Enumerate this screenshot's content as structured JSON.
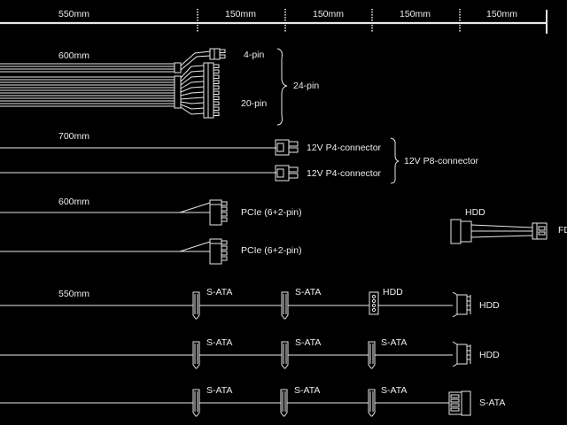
{
  "colors": {
    "background": "#000000",
    "line": "#e8e8e8",
    "text": "#eeeeee"
  },
  "ruler": {
    "segments": [
      {
        "label": "550mm",
        "length_mm": 550
      },
      {
        "label": "150mm",
        "length_mm": 150
      },
      {
        "label": "150mm",
        "length_mm": 150
      },
      {
        "label": "150mm",
        "length_mm": 150
      },
      {
        "label": "150mm",
        "length_mm": 150
      }
    ]
  },
  "cables": {
    "atx": {
      "length": "600mm",
      "connector_4pin": "4-pin",
      "connector_20pin": "20-pin",
      "group_label": "24-pin"
    },
    "cpu": {
      "length": "700mm",
      "connectors": [
        "12V P4-connector",
        "12V P4-connector"
      ],
      "group_label": "12V P8-connector"
    },
    "pcie": {
      "length": "600mm",
      "connectors": [
        "PCIe (6+2-pin)",
        "PCIe (6+2-pin)"
      ]
    },
    "adapter": {
      "from": "HDD",
      "to": "FDD"
    },
    "peripheral_1": {
      "length": "550mm",
      "connectors": [
        "S-ATA",
        "S-ATA",
        "HDD",
        "HDD"
      ]
    },
    "peripheral_2": {
      "connectors": [
        "S-ATA",
        "S-ATA",
        "S-ATA",
        "HDD"
      ]
    },
    "peripheral_3": {
      "connectors": [
        "S-ATA",
        "S-ATA",
        "S-ATA",
        "S-ATA"
      ]
    }
  }
}
